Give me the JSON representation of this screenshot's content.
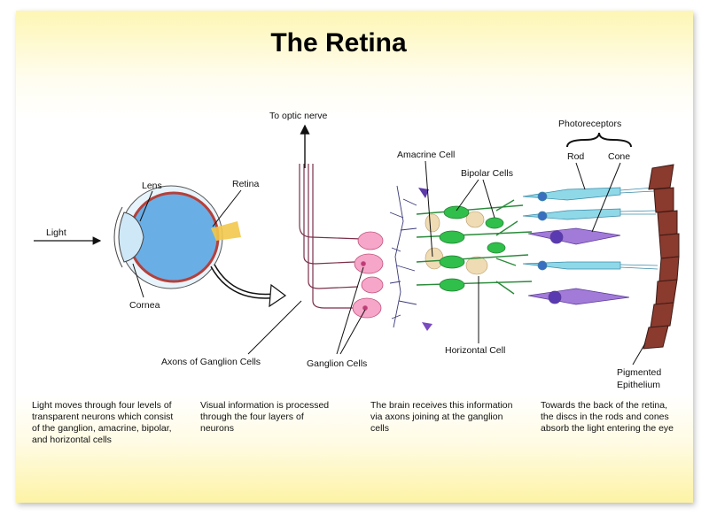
{
  "title": "The Retina",
  "labels": {
    "light": "Light",
    "lens": "Lens",
    "retina": "Retina",
    "cornea": "Cornea",
    "optic_nerve": "To optic nerve",
    "amacrine": "Amacrine Cell",
    "bipolar": "Bipolar Cells",
    "photoreceptors": "Photoreceptors",
    "rod": "Rod",
    "cone": "Cone",
    "axons": "Axons of Ganglion Cells",
    "ganglion": "Ganglion Cells",
    "horizontal": "Horizontal Cell",
    "pigmented_1": "Pigmented",
    "pigmented_2": "Epithelium"
  },
  "captions": [
    "Light moves through four levels of transparent neurons which consist of the ganglion, amacrine, bipolar, and horizontal cells",
    "Visual information is processed through the four layers of neurons",
    "The brain receives this information via axons joining at the ganglion cells",
    "Towards the back of the retina, the discs in the rods and cones absorb the light entering the eye"
  ],
  "colors": {
    "ganglion": "#f6a6c8",
    "bipolar": "#2fbf4a",
    "cone": "#a27ad8",
    "rod": "#8fd8e8",
    "epithelium": "#8b3a2e",
    "eye": "#6aaee6"
  }
}
